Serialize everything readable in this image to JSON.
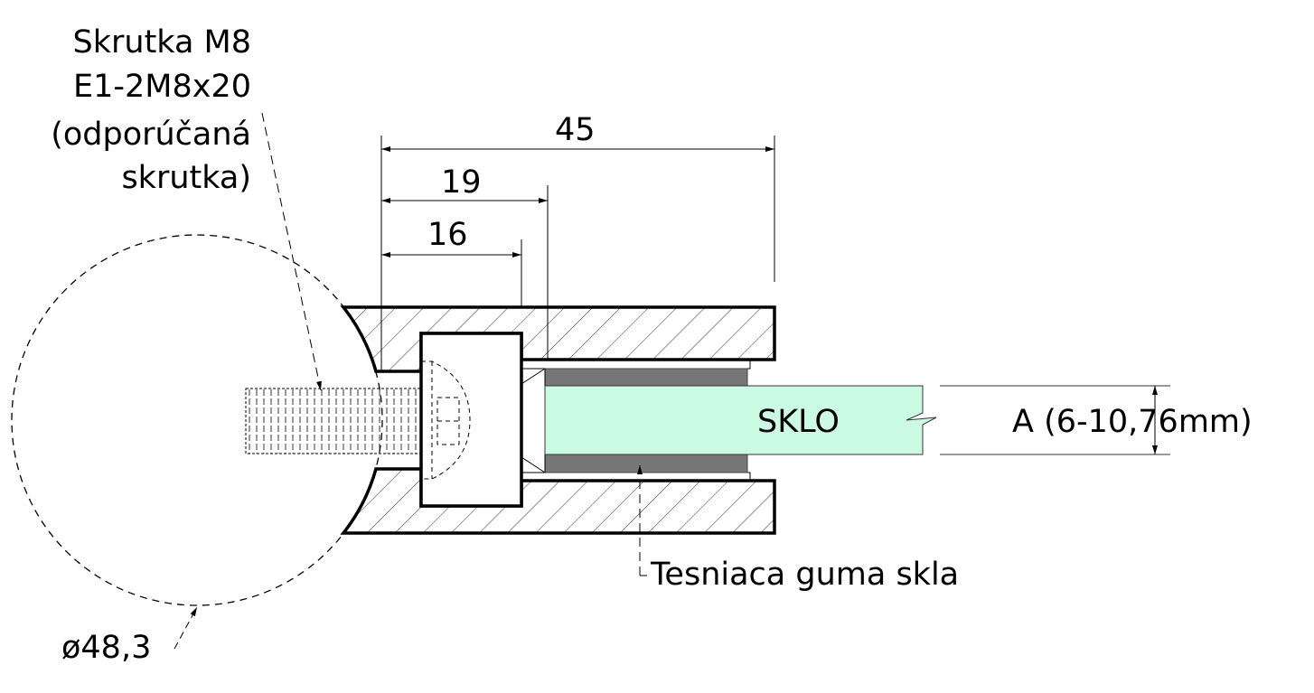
{
  "screw_label": {
    "line1": "Skrutka M8",
    "line2": "E1-2M8x20",
    "line3": "(odporúčaná",
    "line4": "skrutka)"
  },
  "dimensions": {
    "d45": "45",
    "d19": "19",
    "d16": "16",
    "glass_thickness": "A (6-10,76mm)",
    "tube_diameter": "ø48,3"
  },
  "glass_label": "SKLO",
  "gasket_label": "Tesniaca guma skla",
  "colors": {
    "glass": "#ccfbe4",
    "gasket": "#777777",
    "line": "#000000"
  }
}
